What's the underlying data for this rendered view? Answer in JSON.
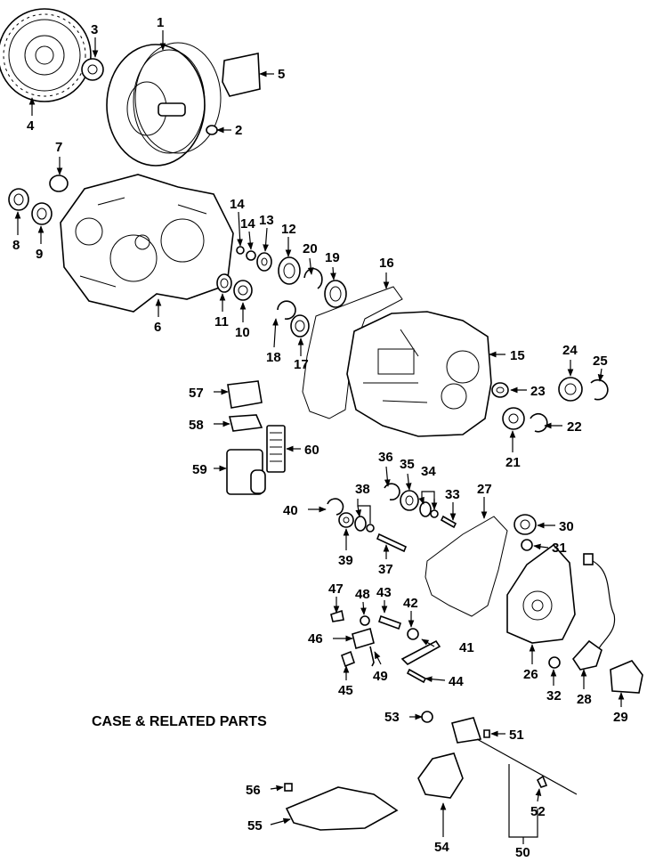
{
  "caption": "CASE & RELATED PARTS",
  "callouts": {
    "c1": "1",
    "c2": "2",
    "c3": "3",
    "c4": "4",
    "c5": "5",
    "c6": "6",
    "c7": "7",
    "c8": "8",
    "c9": "9",
    "c10": "10",
    "c11": "11",
    "c12": "12",
    "c13": "13",
    "c14a": "14",
    "c14b": "14",
    "c15": "15",
    "c16": "16",
    "c17": "17",
    "c18": "18",
    "c19": "19",
    "c20": "20",
    "c21": "21",
    "c22": "22",
    "c23": "23",
    "c24": "24",
    "c25": "25",
    "c26": "26",
    "c27": "27",
    "c28": "28",
    "c29": "29",
    "c30": "30",
    "c31": "31",
    "c32": "32",
    "c33": "33",
    "c34": "34",
    "c35": "35",
    "c36": "36",
    "c37": "37",
    "c38": "38",
    "c39": "39",
    "c40": "40",
    "c41": "41",
    "c42": "42",
    "c43": "43",
    "c44": "44",
    "c45": "45",
    "c46": "46",
    "c47": "47",
    "c48": "48",
    "c49": "49",
    "c50": "50",
    "c51": "51",
    "c52": "52",
    "c53": "53",
    "c54": "54",
    "c55": "55",
    "c56": "56",
    "c57": "57",
    "c58": "58",
    "c59": "59",
    "c60": "60"
  }
}
